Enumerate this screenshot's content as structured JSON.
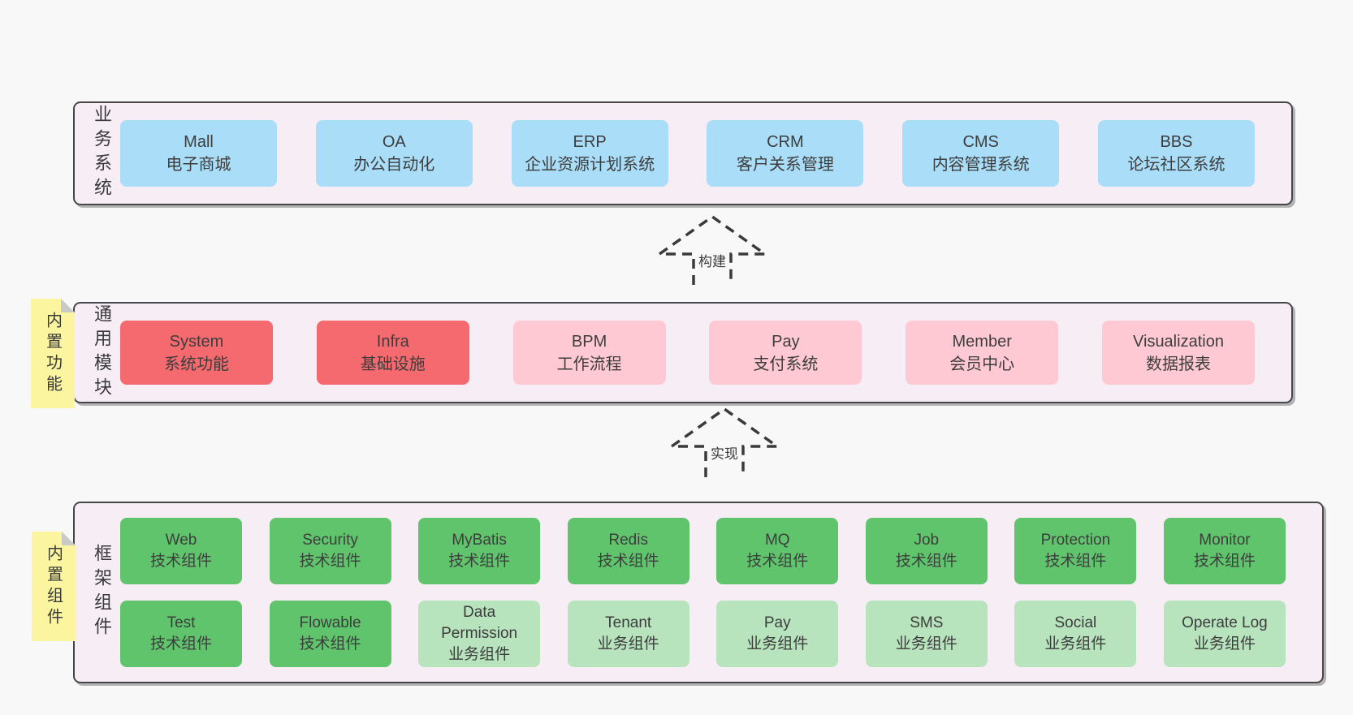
{
  "palette": {
    "page_bg": "#f8f8f8",
    "band_bg": "#f7edf5",
    "blue": "#a9ddf8",
    "red": "#f56a6f",
    "pink": "#ffc9d3",
    "green": "#60c46d",
    "lightgreen": "#b7e3bd",
    "sticky": "#fbf5a0"
  },
  "arrows": [
    {
      "id": "build",
      "label": "构建"
    },
    {
      "id": "implement",
      "label": "实现"
    }
  ],
  "bands": [
    {
      "id": "business",
      "label": "业务系统",
      "sticky": null,
      "rows": [
        [
          {
            "name": "Mall",
            "desc": "电子商城",
            "variant": "blue"
          },
          {
            "name": "OA",
            "desc": "办公自动化",
            "variant": "blue"
          },
          {
            "name": "ERP",
            "desc": "企业资源计划系统",
            "variant": "blue"
          },
          {
            "name": "CRM",
            "desc": "客户关系管理",
            "variant": "blue"
          },
          {
            "name": "CMS",
            "desc": "内容管理系统",
            "variant": "blue"
          },
          {
            "name": "BBS",
            "desc": "论坛社区系统",
            "variant": "blue"
          }
        ]
      ]
    },
    {
      "id": "modules",
      "label": "通用模块",
      "sticky": {
        "id": "builtin-features",
        "label": "内置功能"
      },
      "rows": [
        [
          {
            "name": "System",
            "desc": "系统功能",
            "variant": "red"
          },
          {
            "name": "Infra",
            "desc": "基础设施",
            "variant": "red"
          },
          {
            "name": "BPM",
            "desc": "工作流程",
            "variant": "pink"
          },
          {
            "name": "Pay",
            "desc": "支付系统",
            "variant": "pink"
          },
          {
            "name": "Member",
            "desc": "会员中心",
            "variant": "pink"
          },
          {
            "name": "Visualization",
            "desc": "数据报表",
            "variant": "pink"
          }
        ]
      ]
    },
    {
      "id": "components",
      "label": "框架组件",
      "sticky": {
        "id": "builtin-components",
        "label": "内置组件"
      },
      "rows": [
        [
          {
            "name": "Web",
            "desc": "技术组件",
            "variant": "green"
          },
          {
            "name": "Security",
            "desc": "技术组件",
            "variant": "green"
          },
          {
            "name": "MyBatis",
            "desc": "技术组件",
            "variant": "green"
          },
          {
            "name": "Redis",
            "desc": "技术组件",
            "variant": "green"
          },
          {
            "name": "MQ",
            "desc": "技术组件",
            "variant": "green"
          },
          {
            "name": "Job",
            "desc": "技术组件",
            "variant": "green"
          },
          {
            "name": "Protection",
            "desc": "技术组件",
            "variant": "green"
          },
          {
            "name": "Monitor",
            "desc": "技术组件",
            "variant": "green"
          }
        ],
        [
          {
            "name": "Test",
            "desc": "技术组件",
            "variant": "green"
          },
          {
            "name": "Flowable",
            "desc": "技术组件",
            "variant": "green"
          },
          {
            "name": "Data Permission",
            "desc": "业务组件",
            "variant": "lightgreen"
          },
          {
            "name": "Tenant",
            "desc": "业务组件",
            "variant": "lightgreen"
          },
          {
            "name": "Pay",
            "desc": "业务组件",
            "variant": "lightgreen"
          },
          {
            "name": "SMS",
            "desc": "业务组件",
            "variant": "lightgreen"
          },
          {
            "name": "Social",
            "desc": "业务组件",
            "variant": "lightgreen"
          },
          {
            "name": "Operate Log",
            "desc": "业务组件",
            "variant": "lightgreen"
          }
        ]
      ]
    }
  ]
}
